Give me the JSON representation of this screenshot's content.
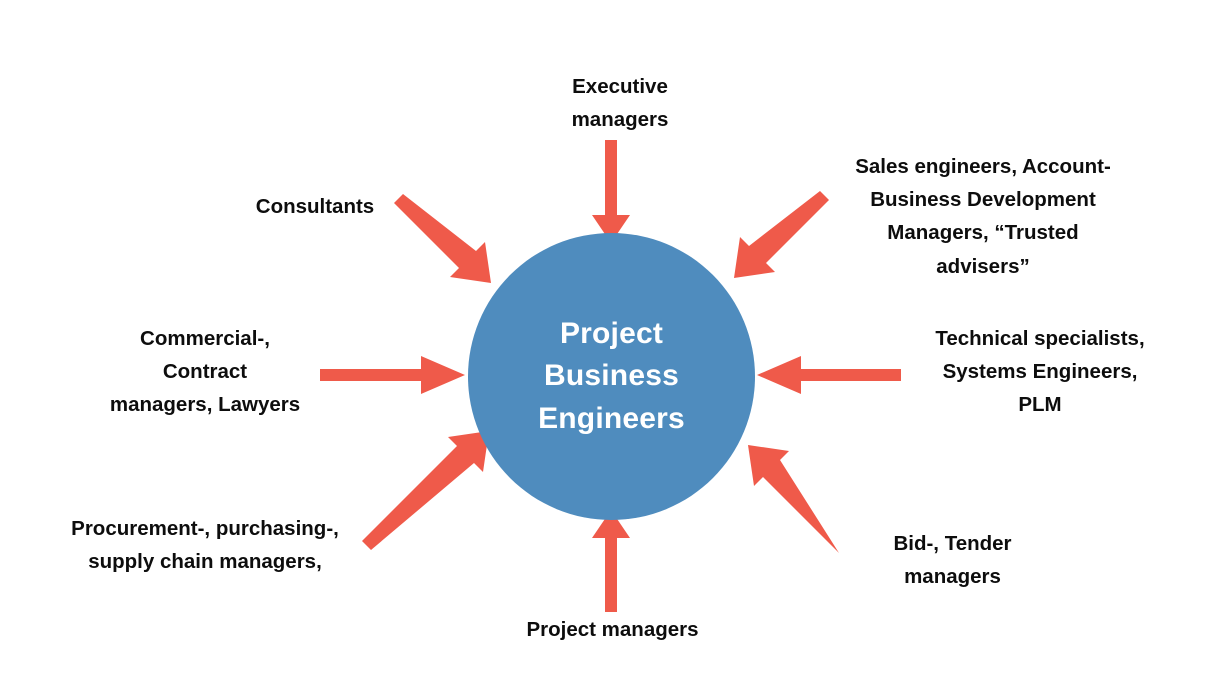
{
  "diagram": {
    "type": "hub-and-spoke",
    "title": "Project Business Engineers stakeholder map",
    "colors": {
      "hub_fill": "#4f8cbe",
      "hub_text": "#ffffff",
      "arrow": "#ef5a4a",
      "label_text": "#0d0d0d",
      "background": "#ffffff"
    },
    "center": {
      "label": "Project\nBusiness\nEngineers"
    },
    "spokes": [
      {
        "id": "executive-managers",
        "label": "Executive\nmanagers",
        "position": "top",
        "arrow_direction": "down"
      },
      {
        "id": "sales-engineers",
        "label": "Sales engineers, Account-\nBusiness Development\nManagers, “Trusted\nadvisers”",
        "position": "top-right",
        "arrow_direction": "down-left"
      },
      {
        "id": "technical-specialists",
        "label": "Technical specialists,\nSystems Engineers,\nPLM",
        "position": "right",
        "arrow_direction": "left"
      },
      {
        "id": "bid-tender-managers",
        "label": "Bid-, Tender\nmanagers",
        "position": "bottom-right",
        "arrow_direction": "up-left"
      },
      {
        "id": "project-managers",
        "label": "Project managers",
        "position": "bottom",
        "arrow_direction": "up"
      },
      {
        "id": "procurement-managers",
        "label": "Procurement-, purchasing-,\nsupply chain managers,",
        "position": "bottom-left",
        "arrow_direction": "up-right"
      },
      {
        "id": "commercial-contract-managers",
        "label": "Commercial-,\nContract\nmanagers, Lawyers",
        "position": "left",
        "arrow_direction": "right"
      },
      {
        "id": "consultants",
        "label": "Consultants",
        "position": "top-left",
        "arrow_direction": "down-right"
      }
    ]
  }
}
